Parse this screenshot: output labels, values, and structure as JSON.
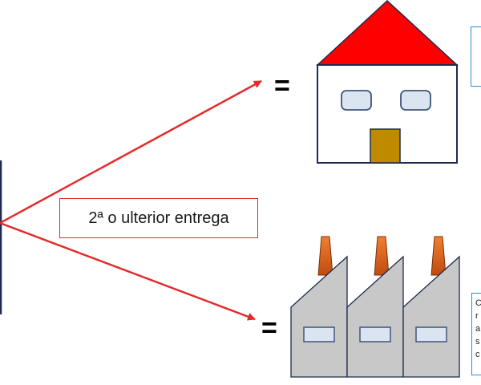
{
  "label": {
    "text": "2ª o ulterior entrega"
  },
  "equals": {
    "top": "=",
    "bottom": "="
  },
  "factory_box": {
    "lines": [
      "C",
      "r",
      "a",
      "s",
      "c"
    ]
  },
  "colors": {
    "arrow": "#e32b2b",
    "roof": "#ff0000",
    "door": "#c08a00",
    "window_fill": "#dbe5f1",
    "window_stroke": "#41557a",
    "factory_fill": "#c8c8c8",
    "chimney": "#e0601a",
    "box_border": "#2f8fd0"
  }
}
